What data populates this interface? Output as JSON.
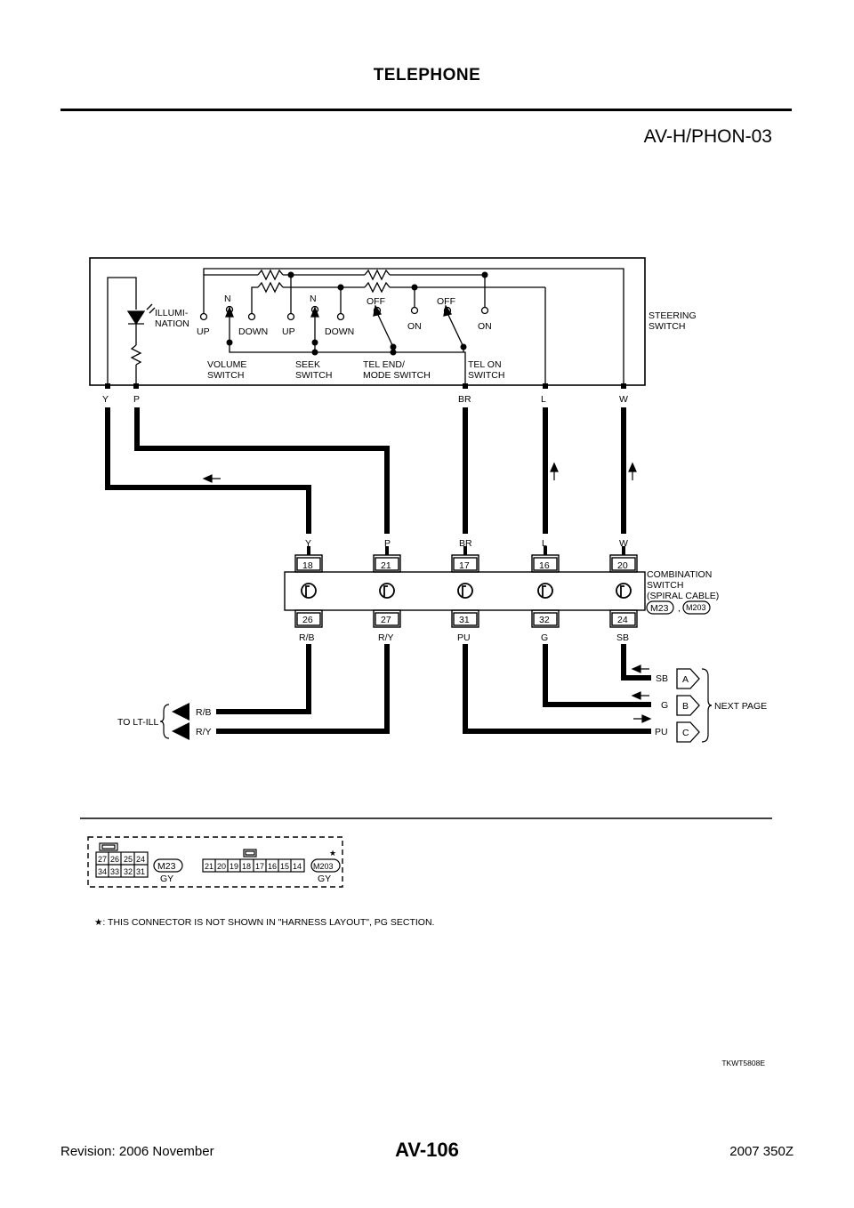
{
  "page": {
    "title": "TELEPHONE",
    "diagram_id": "AV-H/PHON-03",
    "figure_code": "TKWT5808E",
    "page_number": "AV-106",
    "revision": "Revision: 2006 November",
    "model": "2007 350Z"
  },
  "steering_switch": {
    "name": [
      "STEERING",
      "SWITCH"
    ],
    "illumination": [
      "ILLUMI-",
      "NATION"
    ],
    "volume": [
      "VOLUME",
      "SWITCH"
    ],
    "seek": [
      "SEEK",
      "SWITCH"
    ],
    "tel_end": [
      "TEL END/",
      "MODE SWITCH"
    ],
    "tel_on": [
      "TEL ON",
      "SWITCH"
    ],
    "up": "UP",
    "down": "DOWN",
    "n": "N",
    "off": "OFF",
    "on": "ON",
    "terminals": [
      "Y",
      "P",
      "BR",
      "L",
      "W"
    ]
  },
  "combination_switch": {
    "name": [
      "COMBINATION",
      "SWITCH",
      "(SPIRAL CABLE)"
    ],
    "connectors": [
      "M23",
      "M203"
    ],
    "separator": ",",
    "top_colors": [
      "Y",
      "P",
      "BR",
      "L",
      "W"
    ],
    "top_pins": [
      "18",
      "21",
      "17",
      "16",
      "20"
    ],
    "bottom_pins": [
      "26",
      "27",
      "31",
      "32",
      "24"
    ],
    "bottom_colors": [
      "R/B",
      "R/Y",
      "PU",
      "G",
      "SB"
    ]
  },
  "outputs": {
    "to_lt_ill": "TO LT-ILL",
    "lt_wires": [
      "R/B",
      "R/Y"
    ],
    "next_page": "NEXT PAGE",
    "next_wires": [
      {
        "color": "SB",
        "letter": "A"
      },
      {
        "color": "G",
        "letter": "B"
      },
      {
        "color": "PU",
        "letter": "C"
      }
    ]
  },
  "connector_views": {
    "m23": {
      "id": "M23",
      "color": "GY",
      "row1": [
        "27",
        "26",
        "25",
        "24"
      ],
      "row2": [
        "34",
        "33",
        "32",
        "31"
      ]
    },
    "m203": {
      "id": "M203",
      "color": "GY",
      "pins": [
        "21",
        "20",
        "19",
        "18",
        "17",
        "16",
        "15",
        "14"
      ],
      "mark": "★"
    }
  },
  "footnote": "★: THIS CONNECTOR IS NOT SHOWN IN \"HARNESS LAYOUT\", PG SECTION."
}
